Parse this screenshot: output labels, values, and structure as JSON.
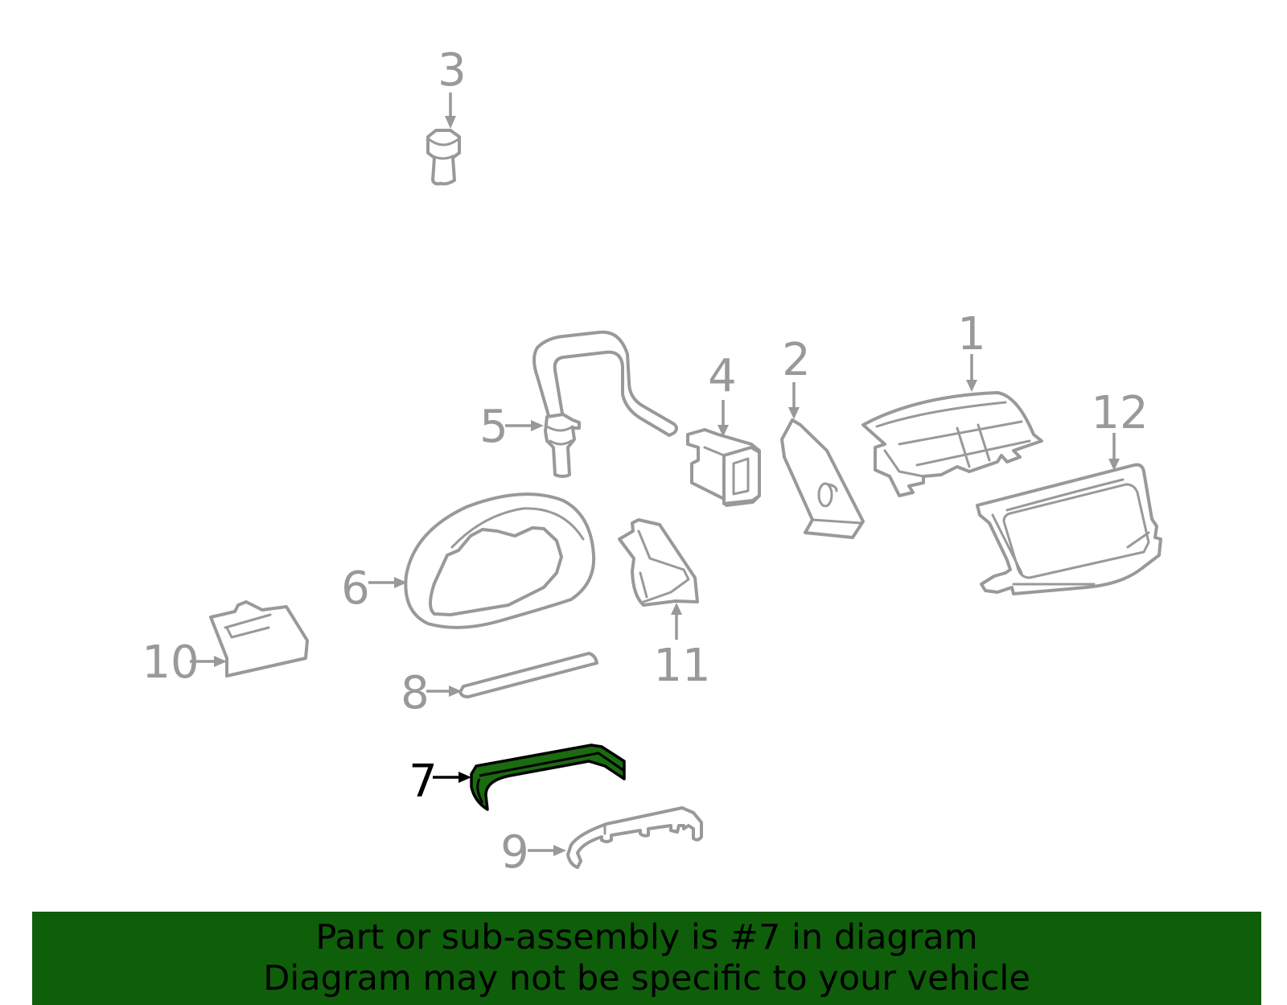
{
  "callouts": [
    "1",
    "2",
    "3",
    "4",
    "5",
    "6",
    "7",
    "8",
    "9",
    "10",
    "11",
    "12"
  ],
  "highlight": "7",
  "banner": {
    "line1": "Part or sub-assembly is #7 in diagram",
    "line2": "Diagram may not be specific to your vehicle"
  },
  "colors": {
    "banner": "#0f5e0a",
    "highlight_part": "#1b6b10",
    "line_art": "#999999",
    "highlight_text": "#000000"
  }
}
